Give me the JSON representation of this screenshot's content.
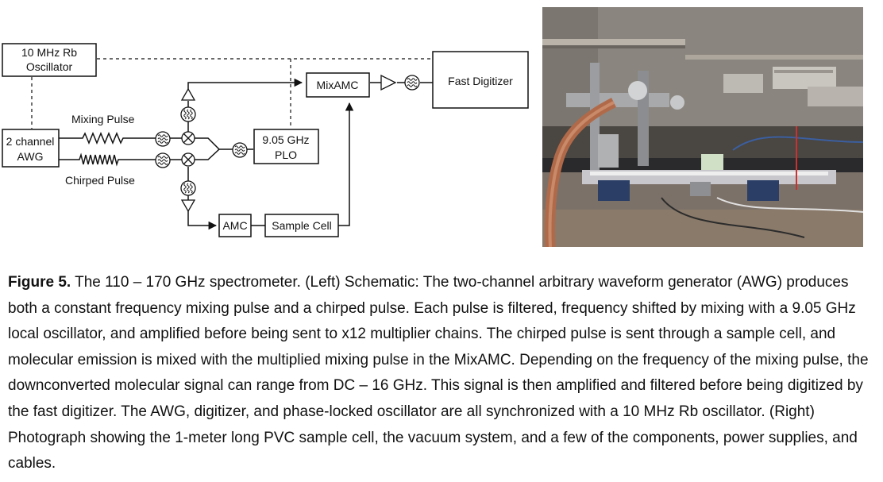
{
  "diagram": {
    "rb_oscillator": {
      "line1": "10 MHz Rb",
      "line2": "Oscillator"
    },
    "awg": {
      "line1": "2 channel",
      "line2": "AWG"
    },
    "mixing_pulse_label": "Mixing Pulse",
    "chirped_pulse_label": "Chirped Pulse",
    "plo": {
      "line1": "9.05 GHz",
      "line2": "PLO"
    },
    "mixamc_label": "MixAMC",
    "fast_digitizer_label": "Fast Digitizer",
    "amc_label": "AMC",
    "sample_cell_label": "Sample Cell"
  },
  "figure": {
    "label": "Figure 5.",
    "caption": "The 110 – 170 GHz spectrometer.  (Left) Schematic: The two-channel arbitrary waveform generator (AWG) produces both a constant frequency mixing pulse and a chirped pulse.  Each pulse is filtered, frequency shifted by mixing with a 9.05 GHz local oscillator, and amplified before being sent to x12 multiplier chains.  The chirped pulse is sent through a sample cell, and molecular emission is mixed with the multiplied mixing pulse in the MixAMC.  Depending on the frequency of the mixing pulse, the downconverted molecular signal can range from DC – 16 GHz.  This signal is then amplified and filtered before being digitized by the fast digitizer.  The AWG, digitizer, and phase-locked oscillator are all synchronized with a 10 MHz Rb oscillator. (Right) Photograph showing the 1-meter long PVC sample cell, the vacuum system, and a few of the components, power supplies, and cables."
  }
}
